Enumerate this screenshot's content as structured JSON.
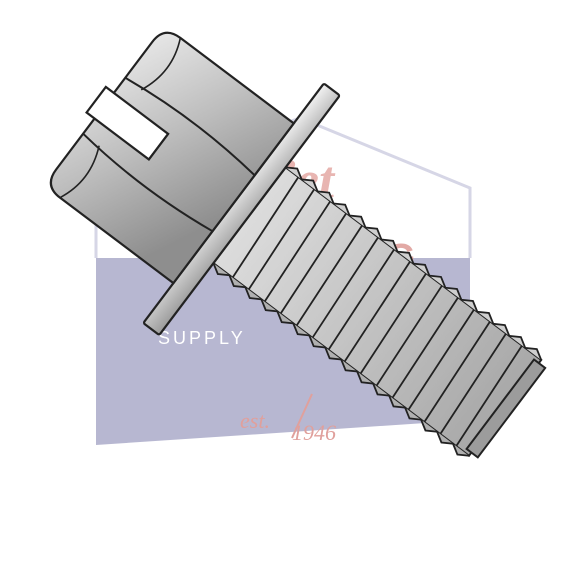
{
  "product_image": {
    "subject": "slotted hex washer head machine screw",
    "finish": "stainless steel"
  },
  "watermark": {
    "brand_partial": "jet",
    "word_partial": "G",
    "supply": "SUPPLY",
    "est_prefix": "est.",
    "est_year": "1946",
    "colors": {
      "house_fill": "#b3b3cf",
      "brand_red": "#e2a9a5",
      "est_red": "#e0a09c",
      "outline": "#c9c9dd"
    }
  }
}
